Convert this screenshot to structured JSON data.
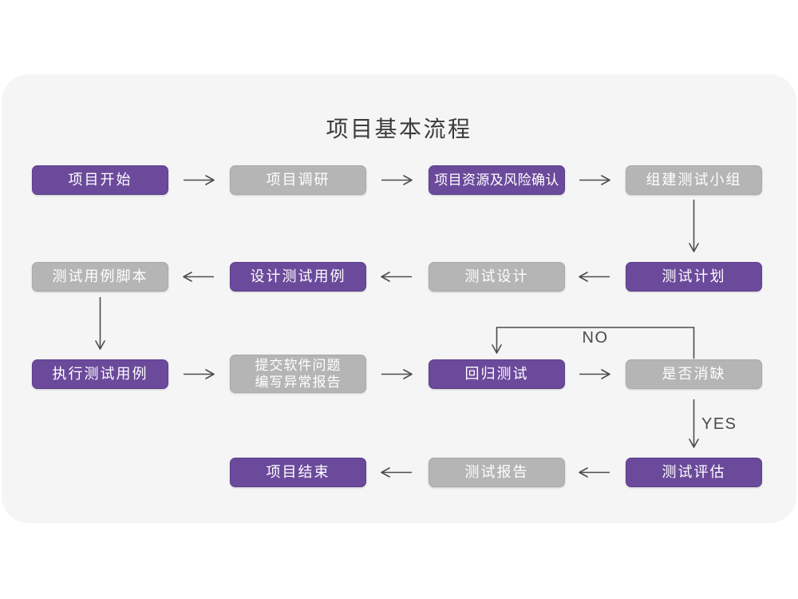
{
  "title": "项目基本流程",
  "decision_labels": {
    "no": "NO",
    "yes": "YES"
  },
  "colors": {
    "primary_node": "#6b4a9b",
    "primary_node_border": "#5c3d8c",
    "secondary_node": "#b5b5b6",
    "node_text": "#ffffff",
    "canvas_card": "#f5f5f6",
    "arrow": "#4d4d4d",
    "title_text": "#3b3b3b"
  },
  "nodes": [
    {
      "label": "项目开始",
      "type": "primary"
    },
    {
      "label": "项目调研",
      "type": "secondary"
    },
    {
      "label": "项目资源及风险确认",
      "type": "primary"
    },
    {
      "label": "组建测试小组",
      "type": "secondary"
    },
    {
      "label": "测试计划",
      "type": "primary"
    },
    {
      "label": "测试设计",
      "type": "secondary"
    },
    {
      "label": "设计测试用例",
      "type": "primary"
    },
    {
      "label": "测试用例脚本",
      "type": "secondary"
    },
    {
      "label": "执行测试用例",
      "type": "primary"
    },
    {
      "label": "提交软件问题",
      "label2": "编写异常报告",
      "type": "secondary"
    },
    {
      "label": "回归测试",
      "type": "primary"
    },
    {
      "label": "是否消缺",
      "type": "secondary"
    },
    {
      "label": "测试评估",
      "type": "primary"
    },
    {
      "label": "测试报告",
      "type": "secondary"
    },
    {
      "label": "项目结束",
      "type": "primary"
    }
  ]
}
